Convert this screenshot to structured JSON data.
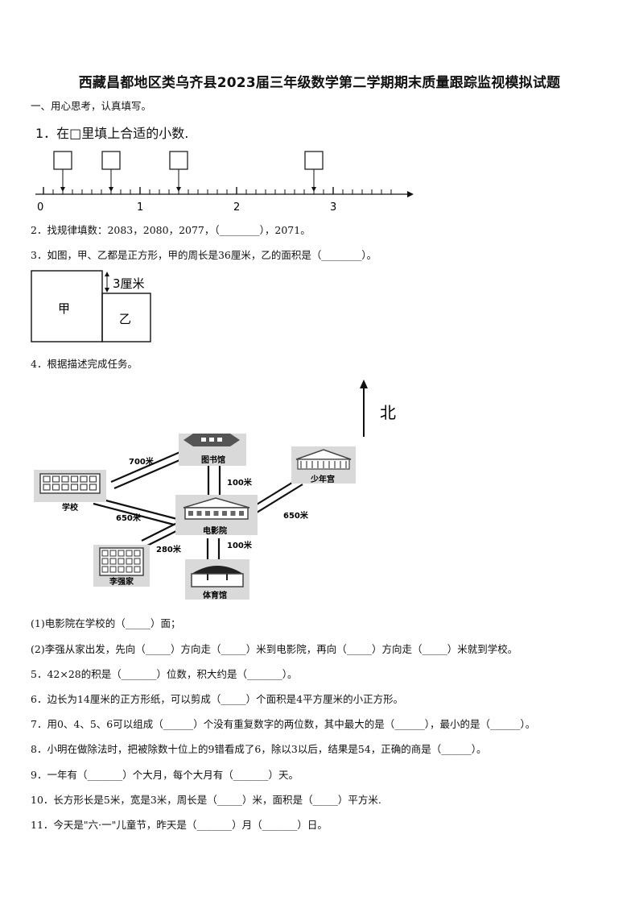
{
  "title": "西藏昌都地区类乌齐县2023届三年级数学第二学期期末质量跟踪监视模拟试题",
  "section1": "一、用心思考，认真填写。",
  "q1": {
    "text": "1．在□里填上合适的小数.",
    "ticks": [
      "0",
      "1",
      "2",
      "3"
    ],
    "boxes": [
      0.2,
      0.7,
      1.4,
      2.8
    ]
  },
  "q2": "2．找规律填数：2083，2080，2077，（________），2071。",
  "q3": {
    "text": "3．如图，甲、乙都是正方形，甲的周长是36厘米，乙的面积是（________）。",
    "label_jia": "甲",
    "label_yi": "乙",
    "dim": "3厘米"
  },
  "q4": {
    "text": "4．根据描述完成任务。",
    "north": "北",
    "places": {
      "library": "图书馆",
      "school": "学校",
      "youth_palace": "少年宫",
      "cinema": "电影院",
      "lq_home": "李强家",
      "gym": "体育馆"
    },
    "distances": {
      "school_library": "700米",
      "library_cinema": "100米",
      "school_cinema": "650米",
      "youth_cinema": "650米",
      "home_cinema": "280米",
      "gym_cinema": "100米"
    },
    "sub1": "(1)电影院在学校的（_____）面；",
    "sub2": "(2)李强从家出发，先向（_____）方向走（_____）米到电影院，再向（_____）方向走（_____）米就到学校。"
  },
  "q5": "5．42×28的积是（_______）位数，积大约是（_______）。",
  "q6": "6．边长为14厘米的正方形纸，可以剪成（_____）个面积是4平方厘米的小正方形。",
  "q7": "7．用0、4、5、6可以组成（______）个没有重复数字的两位数，其中最大的是（______），最小的是（______）。",
  "q8": "8．小明在做除法时，把被除数十位上的9错看成了6，除以3以后，结果是54，正确的商是（______）。",
  "q9": "9．一年有（_______）个大月，每个大月有（_______）天。",
  "q10": "10．长方形长是5米，宽是3米，周长是（_____）米，面积是（_____）平方米.",
  "q11": "11．今天是\"六·一\"儿童节，昨天是（_______）月（_______）日。"
}
